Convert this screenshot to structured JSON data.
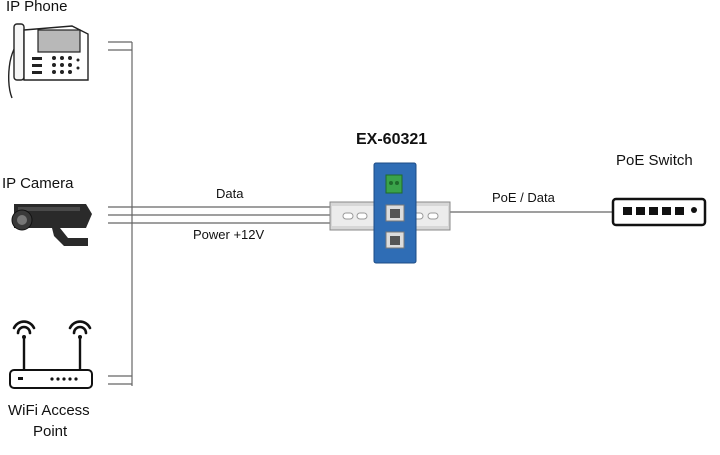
{
  "devices": {
    "phone": {
      "label": "IP Phone",
      "icon": "ip-phone-icon"
    },
    "camera": {
      "label": "IP Camera",
      "icon": "ip-camera-icon"
    },
    "wifi": {
      "label_line1": "WiFi Access",
      "label_line2": "Point",
      "icon": "wifi-router-icon"
    },
    "switch": {
      "label": "PoE Switch",
      "icon": "poe-switch-icon"
    }
  },
  "injector": {
    "label": "EX-60321",
    "color": "#2f6db5",
    "terminal_color": "#3aa34a"
  },
  "links": {
    "data": "Data",
    "power": "Power +12V",
    "poe": "PoE / Data"
  }
}
